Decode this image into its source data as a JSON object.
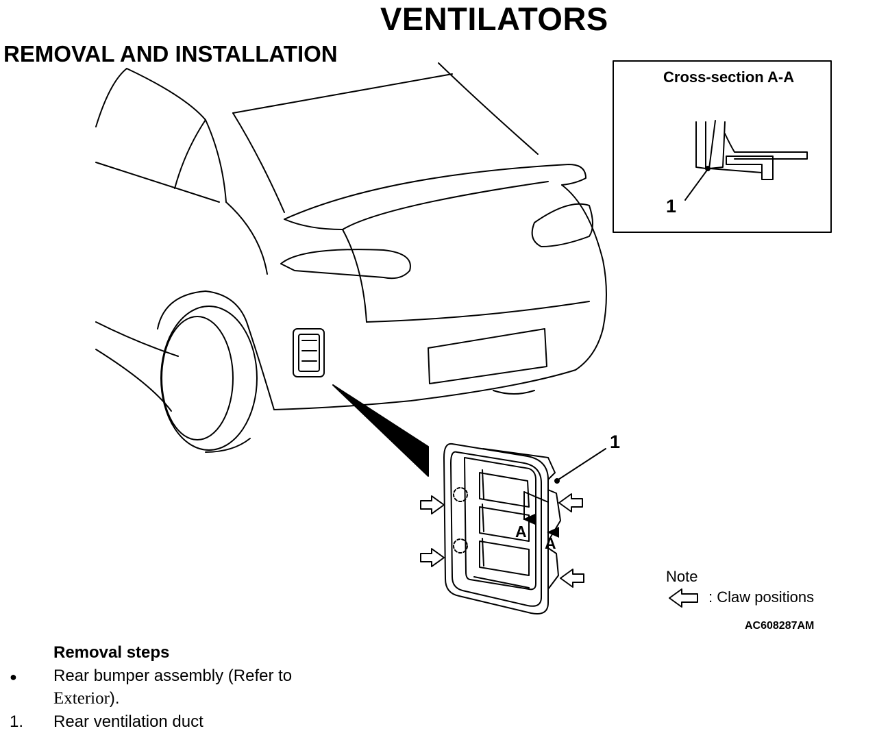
{
  "header": {
    "title": "VENTILATORS",
    "section": "REMOVAL AND INSTALLATION"
  },
  "figure": {
    "inset_title": "Cross-section A-A",
    "inset_callout": "1",
    "part_callout": "1",
    "section_marks": [
      "A",
      "A"
    ],
    "note_label": "Note",
    "note_text": ": Claw positions",
    "figure_code": "AC608287AM"
  },
  "steps": {
    "heading": "Removal steps",
    "items": [
      {
        "marker": "●",
        "line1": "Rear bumper assembly (Refer to",
        "ref": "Exterior",
        "line2_tail": ")."
      },
      {
        "marker": "1.",
        "text": "Rear ventilation duct"
      }
    ]
  }
}
